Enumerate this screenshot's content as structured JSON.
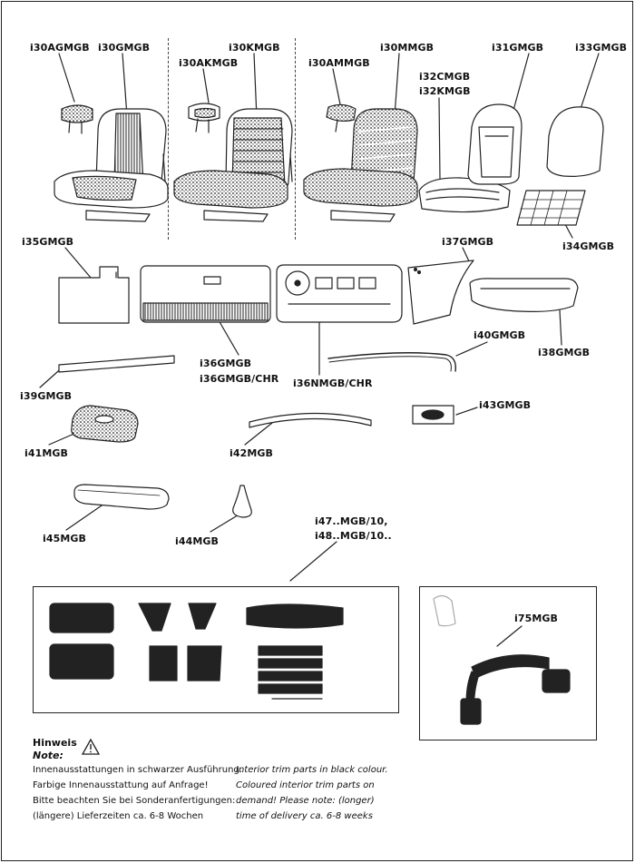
{
  "parts": {
    "i30AGMGB": "i30AGMGB",
    "i30GMGB": "i30GMGB",
    "i30KMGB": "i30KMGB",
    "i30AKMGB": "i30AKMGB",
    "i30MMGB": "i30MMGB",
    "i30AMMGB": "i30AMMGB",
    "i31GMGB": "i31GMGB",
    "i33GMGB": "i33GMGB",
    "i32CMGB": "i32CMGB",
    "i32KMGB": "i32KMGB",
    "i34GMGB": "i34GMGB",
    "i35GMGB": "i35GMGB",
    "i37GMGB": "i37GMGB",
    "i38GMGB": "i38GMGB",
    "i36GMGB": "i36GMGB",
    "i36GMGB_CHR": "i36GMGB/CHR",
    "i36NMGB_CHR": "i36NMGB/CHR",
    "i40GMGB": "i40GMGB",
    "i39GMGB": "i39GMGB",
    "i43GMGB": "i43GMGB",
    "i41MGB": "i41MGB",
    "i42MGB": "i42MGB",
    "i45MGB": "i45MGB",
    "i44MGB": "i44MGB",
    "i47": "i47..MGB/10,",
    "i48": "i48..MGB/10..",
    "i75MGB": "i75MGB"
  },
  "note": {
    "heading_de": "Hinweis",
    "heading_en": "Note:",
    "icon": "warning-triangle-icon",
    "de": [
      "Innenausstattungen in schwarzer Ausführung.",
      "Farbige Innenausstattung auf Anfrage!",
      "Bitte beachten Sie bei Sonderanfertigungen:",
      "(längere) Lieferzeiten ca. 6-8 Wochen"
    ],
    "en": [
      "Interior trim parts in black colour.",
      "Coloured interior trim parts on",
      "demand! Please note: (longer)",
      "time of delivery ca. 6-8 weeks"
    ]
  }
}
